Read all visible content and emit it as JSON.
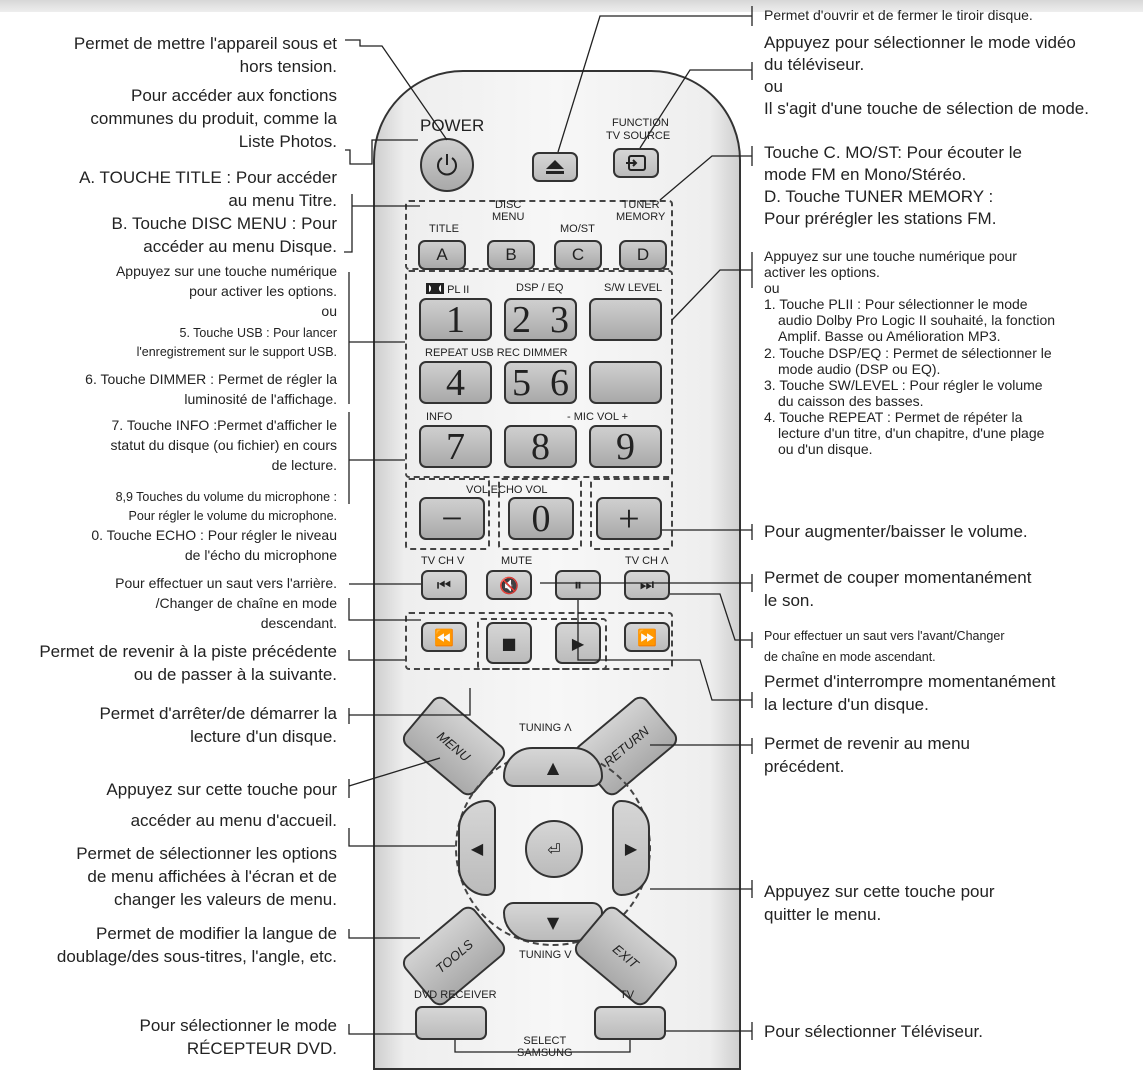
{
  "annotations_left": [
    {
      "lines": [
        "Permet de mettre l'appareil sous et",
        "hors tension."
      ]
    },
    {
      "lines": [
        "Pour accéder aux fonctions",
        "communes du produit, comme la",
        "Liste Photos."
      ]
    },
    {
      "lines": [
        "A. TOUCHE TITLE : Pour accéder",
        "au menu Titre."
      ]
    },
    {
      "lines": [
        "B. Touche DISC MENU : Pour",
        "accéder au menu Disque."
      ]
    },
    {
      "lines": [
        "Appuyez sur une touche numérique",
        "pour activer les options.",
        "ou"
      ]
    },
    {
      "lines": [
        "5. Touche USB : Pour lancer",
        "l'enregistrement sur le support USB."
      ]
    },
    {
      "lines": [
        "6. Touche DIMMER : Permet de régler la",
        "luminosité de l'affichage."
      ]
    },
    {
      "lines": [
        "7. Touche INFO :Permet d'afficher le",
        "statut du disque (ou fichier) en cours",
        "de lecture."
      ]
    },
    {
      "lines": [
        "8,9 Touches du volume du microphone :",
        "Pour régler le volume du microphone."
      ]
    },
    {
      "lines": [
        "0. Touche ECHO : Pour régler le niveau",
        "de l'écho du microphone"
      ]
    },
    {
      "lines": [
        "Pour effectuer un saut vers l'arrière.",
        "/Changer de chaîne en mode",
        "descendant."
      ]
    },
    {
      "lines": [
        "Permet de revenir à la piste précédente",
        "ou de passer à la suivante."
      ]
    },
    {
      "lines": [
        "Permet d'arrêter/de démarrer la",
        "lecture d'un disque."
      ]
    },
    {
      "lines": [
        "Appuyez sur cette touche pour",
        "accéder au menu d'accueil."
      ]
    },
    {
      "lines": [
        "Permet de sélectionner les options",
        "de menu affichées à l'écran et de",
        "changer les valeurs de menu."
      ]
    },
    {
      "lines": [
        "Permet de modifier la langue de",
        "doublage/des sous-titres, l'angle, etc."
      ]
    },
    {
      "lines": [
        "Pour sélectionner le mode",
        "RÉCEPTEUR DVD."
      ]
    }
  ],
  "annotations_right": [
    {
      "lines": [
        "Permet d'ouvrir et de fermer le tiroir disque."
      ]
    },
    {
      "lines": [
        "Appuyez pour sélectionner le mode vidéo",
        "du téléviseur.",
        "ou",
        "Il s'agit d'une touche de sélection de mode."
      ]
    },
    {
      "lines": [
        "Touche C. MO/ST: Pour écouter le",
        "mode FM en Mono/Stéréo.",
        "D. Touche TUNER MEMORY :",
        "Pour prérégler les stations FM."
      ]
    },
    {
      "lines": [
        "Appuyez sur une touche numérique pour",
        "activer les options.",
        "ou",
        "1. Touche PLII : Pour sélectionner le mode",
        "   audio Dolby Pro Logic II souhaité, la fonction",
        "   Amplif. Basse ou Amélioration MP3.",
        "2. Touche DSP/EQ : Permet de sélectionner le",
        "   mode audio (DSP ou EQ).",
        "3. Touche SW/LEVEL : Pour régler le volume",
        "   du caisson des basses.",
        "4. Touche REPEAT : Permet de répéter la",
        "   lecture d'un titre, d'un chapitre, d'une plage",
        "   ou d'un disque."
      ]
    },
    {
      "lines": [
        "Pour augmenter/baisser le volume."
      ]
    },
    {
      "lines": [
        "Permet de couper momentanément",
        "le son."
      ]
    },
    {
      "lines": [
        "Pour effectuer un saut vers l'avant/Changer",
        "de chaîne en mode ascendant."
      ]
    },
    {
      "lines": [
        "Permet d'interrompre momentanément",
        "la lecture d'un disque."
      ]
    },
    {
      "lines": [
        "Permet de revenir au menu",
        "précédent."
      ]
    },
    {
      "lines": [
        "Appuyez sur cette touche pour",
        "quitter le menu."
      ]
    },
    {
      "lines": [
        "Pour sélectionner Téléviseur."
      ]
    }
  ],
  "remote": {
    "power_label": "POWER",
    "function_label": "FUNCTION",
    "tv_source_label": "TV SOURCE",
    "title_label": "TITLE",
    "disc_menu_label": "DISC\nMENU",
    "most_label": "MO/ST",
    "tuner_memory_label": "TUNER\nMEMORY",
    "key_a": "A",
    "key_b": "B",
    "key_c": "C",
    "key_d": "D",
    "pl2_label": "PL II",
    "dsp_eq_label": "DSP / EQ",
    "sw_level_label": "S/W LEVEL",
    "repeat_row_label": "REPEAT USB REC DIMMER",
    "info_label": "INFO",
    "mic_vol_label": "- MIC VOL +",
    "vol_echo_label": "VOL ECHO VOL",
    "num_1": "1",
    "num_2": "2",
    "num_3": "3",
    "num_4": "4",
    "num_5": "5",
    "num_6": "6",
    "num_7": "7",
    "num_8": "8",
    "num_9": "9",
    "minus": "−",
    "zero": "0",
    "plus": "+",
    "tv_ch_down_label": "TV CH V",
    "mute_label": "MUTE",
    "tv_ch_up_label": "TV CH Λ",
    "tuning_up_label": "TUNING Λ",
    "tuning_down_label": "TUNING V",
    "menu_label": "MENU",
    "return_label": "RETURN",
    "tools_label": "TOOLS",
    "exit_label": "EXIT",
    "dvd_receiver_label": "DVD RECEIVER",
    "tv_label": "TV",
    "select_label": "SELECT\nSAMSUNG"
  },
  "icons": [
    "power-icon",
    "eject-icon",
    "source-icon",
    "skip-back-icon",
    "mute-icon",
    "pause-icon",
    "skip-forward-icon",
    "rewind-icon",
    "stop-icon",
    "play-icon",
    "fast-forward-icon",
    "arrow-up-icon",
    "arrow-down-icon",
    "arrow-left-icon",
    "arrow-right-icon",
    "enter-icon",
    "dolby-icon"
  ]
}
